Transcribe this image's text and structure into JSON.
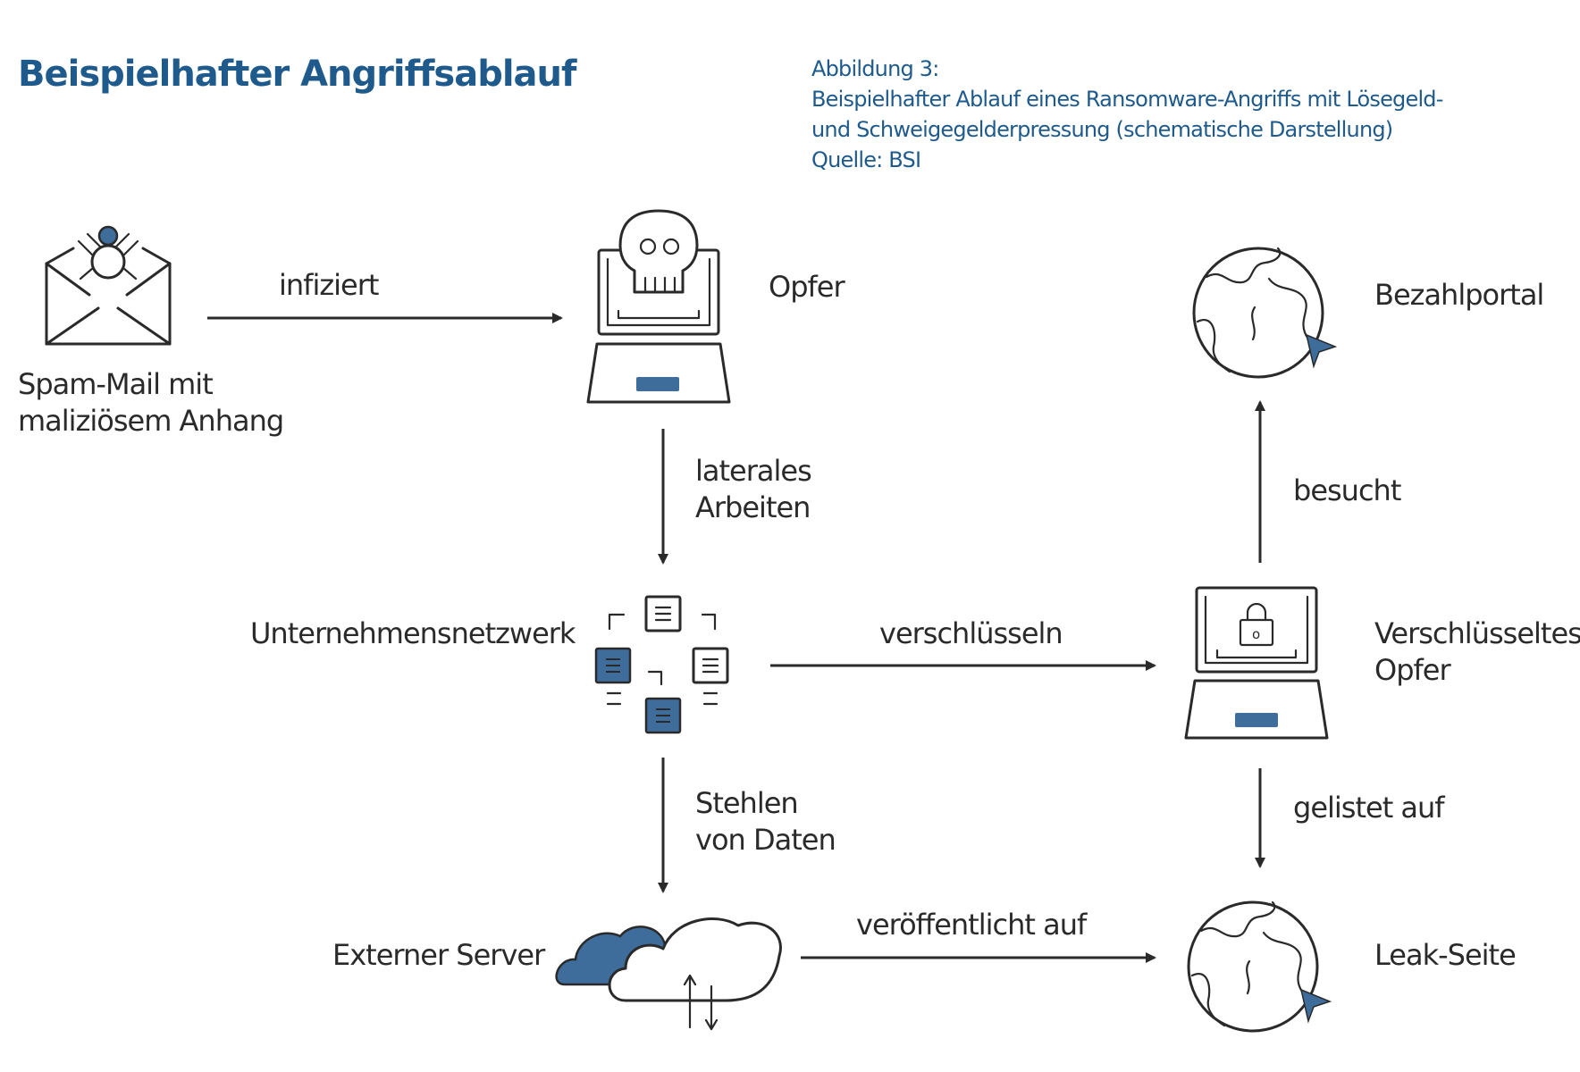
{
  "title": "Beispielhafter Angriffsablauf",
  "caption": {
    "line1": "Abbildung 3:",
    "line2": "Beispielhafter Ablauf eines Ransomware-Angriffs mit Lösegeld-",
    "line3": "und Schweigegelderpressung (schematische Darstellung)",
    "line4": "Quelle: BSI"
  },
  "nodes": {
    "spam": {
      "label_line1": "Spam-Mail mit",
      "label_line2": "maliziösem Anhang",
      "icon": "envelope-spider-icon"
    },
    "victim": {
      "label": "Opfer",
      "icon": "laptop-skull-icon"
    },
    "network": {
      "label": "Unternehmensnetzwerk",
      "icon": "network-icon"
    },
    "encrypted": {
      "label_line1": "Verschlüsseltes",
      "label_line2": "Opfer",
      "icon": "laptop-lock-icon"
    },
    "payportal": {
      "label": "Bezahlportal",
      "icon": "globe-cursor-icon"
    },
    "server": {
      "label": "Externer Server",
      "icon": "cloud-icon"
    },
    "leak": {
      "label": "Leak-Seite",
      "icon": "globe-cursor-icon"
    }
  },
  "edges": {
    "infects": "infiziert",
    "lateral_line1": "laterales",
    "lateral_line2": "Arbeiten",
    "encrypt": "verschlüsseln",
    "visits": "besucht",
    "steal_line1": "Stehlen",
    "steal_line2": "von Daten",
    "listed": "gelistet auf",
    "published": "veröffentlicht auf"
  },
  "colors": {
    "accent": "#3e6d9c",
    "title": "#1f5a8c",
    "line": "#2a2a2a"
  }
}
